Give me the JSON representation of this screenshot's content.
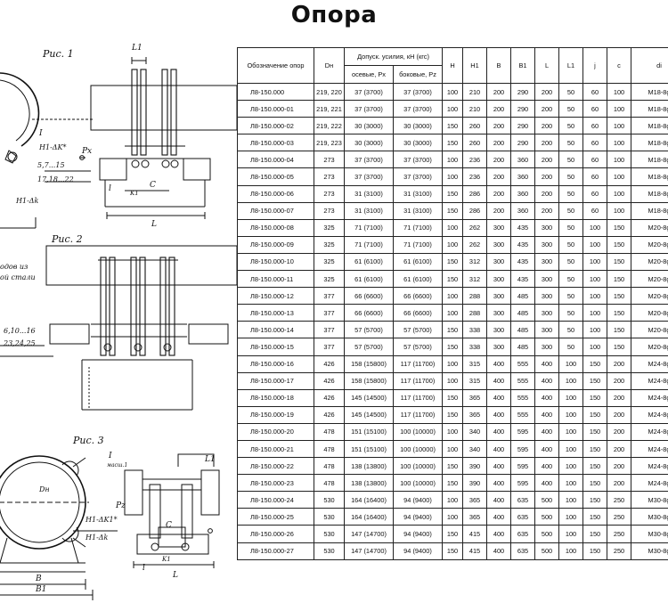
{
  "title": "Опора",
  "drawing": {
    "fig1_label": "Рис. 1",
    "fig2_label": "Рис. 2",
    "fig3_label": "Рис. 3",
    "annotations": {
      "l1": "L1",
      "px": "Px",
      "pz": "Pz",
      "mark_i": "I",
      "h1_dk": "H1-Δk",
      "h1_dk_star": "H1-ΔK*",
      "h1_dk1": "H1-ΔK1*",
      "dim_5_7": "5,7...15",
      "dim_17": "17,18...22",
      "c": "C",
      "b": "B",
      "b1": "B1",
      "l": "L",
      "l_small": "l",
      "k1": "K1",
      "dn": "Dн",
      "note_line1": "одов из",
      "note_line2": "ой стали",
      "dim_6_10": "6,10...16",
      "dim_23": "23,24,25",
      "mark_i3": "I",
      "i3_sub": "масш.1"
    }
  },
  "table": {
    "headers": {
      "name": "Обозначение опор",
      "dn": "Dн",
      "force": "Допуск. усилия, кН (кгс)",
      "axial": "осевые, Px",
      "side": "боковые, Pz",
      "h": "H",
      "h1": "H1",
      "b": "B",
      "b1": "B1",
      "l": "L",
      "l1": "L1",
      "j": "j",
      "c": "c",
      "di": "di"
    },
    "rows": [
      [
        "Л8-150.000",
        "219, 220",
        "37 (3700)",
        "37 (3700)",
        "100",
        "210",
        "200",
        "290",
        "200",
        "50",
        "60",
        "100",
        "M18-8g"
      ],
      [
        "Л8-150.000-01",
        "219, 221",
        "37 (3700)",
        "37 (3700)",
        "100",
        "210",
        "200",
        "290",
        "200",
        "50",
        "60",
        "100",
        "M18-8g"
      ],
      [
        "Л8-150.000-02",
        "219, 222",
        "30 (3000)",
        "30 (3000)",
        "150",
        "260",
        "200",
        "290",
        "200",
        "50",
        "60",
        "100",
        "M18-8g"
      ],
      [
        "Л8-150.000-03",
        "219, 223",
        "30 (3000)",
        "30 (3000)",
        "150",
        "260",
        "200",
        "290",
        "200",
        "50",
        "60",
        "100",
        "M18-8g"
      ],
      [
        "Л8-150.000-04",
        "273",
        "37 (3700)",
        "37 (3700)",
        "100",
        "236",
        "200",
        "360",
        "200",
        "50",
        "60",
        "100",
        "M18-8g"
      ],
      [
        "Л8-150.000-05",
        "273",
        "37 (3700)",
        "37 (3700)",
        "100",
        "236",
        "200",
        "360",
        "200",
        "50",
        "60",
        "100",
        "M18-8g"
      ],
      [
        "Л8-150.000-06",
        "273",
        "31 (3100)",
        "31 (3100)",
        "150",
        "286",
        "200",
        "360",
        "200",
        "50",
        "60",
        "100",
        "M18-8g"
      ],
      [
        "Л8-150.000-07",
        "273",
        "31 (3100)",
        "31 (3100)",
        "150",
        "286",
        "200",
        "360",
        "200",
        "50",
        "60",
        "100",
        "M18-8g"
      ],
      [
        "Л8-150.000-08",
        "325",
        "71 (7100)",
        "71 (7100)",
        "100",
        "262",
        "300",
        "435",
        "300",
        "50",
        "100",
        "150",
        "M20-8g"
      ],
      [
        "Л8-150.000-09",
        "325",
        "71 (7100)",
        "71 (7100)",
        "100",
        "262",
        "300",
        "435",
        "300",
        "50",
        "100",
        "150",
        "M20-8g"
      ],
      [
        "Л8-150.000-10",
        "325",
        "61 (6100)",
        "61 (6100)",
        "150",
        "312",
        "300",
        "435",
        "300",
        "50",
        "100",
        "150",
        "M20-8g"
      ],
      [
        "Л8-150.000-11",
        "325",
        "61 (6100)",
        "61 (6100)",
        "150",
        "312",
        "300",
        "435",
        "300",
        "50",
        "100",
        "150",
        "M20-8g"
      ],
      [
        "Л8-150.000-12",
        "377",
        "66 (6600)",
        "66 (6600)",
        "100",
        "288",
        "300",
        "485",
        "300",
        "50",
        "100",
        "150",
        "M20-8g"
      ],
      [
        "Л8-150.000-13",
        "377",
        "66 (6600)",
        "66 (6600)",
        "100",
        "288",
        "300",
        "485",
        "300",
        "50",
        "100",
        "150",
        "M20-8g"
      ],
      [
        "Л8-150.000-14",
        "377",
        "57 (5700)",
        "57 (5700)",
        "150",
        "338",
        "300",
        "485",
        "300",
        "50",
        "100",
        "150",
        "M20-8g"
      ],
      [
        "Л8-150.000-15",
        "377",
        "57 (5700)",
        "57 (5700)",
        "150",
        "338",
        "300",
        "485",
        "300",
        "50",
        "100",
        "150",
        "M20-8g"
      ],
      [
        "Л8-150.000-16",
        "426",
        "158 (15800)",
        "117 (11700)",
        "100",
        "315",
        "400",
        "555",
        "400",
        "100",
        "150",
        "200",
        "M24-8g"
      ],
      [
        "Л8-150.000-17",
        "426",
        "158 (15800)",
        "117 (11700)",
        "100",
        "315",
        "400",
        "555",
        "400",
        "100",
        "150",
        "200",
        "M24-8g"
      ],
      [
        "Л8-150.000-18",
        "426",
        "145 (14500)",
        "117 (11700)",
        "150",
        "365",
        "400",
        "555",
        "400",
        "100",
        "150",
        "200",
        "M24-8g"
      ],
      [
        "Л8-150.000-19",
        "426",
        "145 (14500)",
        "117 (11700)",
        "150",
        "365",
        "400",
        "555",
        "400",
        "100",
        "150",
        "200",
        "M24-8g"
      ],
      [
        "Л8-150.000-20",
        "478",
        "151 (15100)",
        "100 (10000)",
        "100",
        "340",
        "400",
        "595",
        "400",
        "100",
        "150",
        "200",
        "M24-8g"
      ],
      [
        "Л8-150.000-21",
        "478",
        "151 (15100)",
        "100 (10000)",
        "100",
        "340",
        "400",
        "595",
        "400",
        "100",
        "150",
        "200",
        "M24-8g"
      ],
      [
        "Л8-150.000-22",
        "478",
        "138 (13800)",
        "100 (10000)",
        "150",
        "390",
        "400",
        "595",
        "400",
        "100",
        "150",
        "200",
        "M24-8g"
      ],
      [
        "Л8-150.000-23",
        "478",
        "138 (13800)",
        "100 (10000)",
        "150",
        "390",
        "400",
        "595",
        "400",
        "100",
        "150",
        "200",
        "M24-8g"
      ],
      [
        "Л8-150.000-24",
        "530",
        "164 (16400)",
        "94 (9400)",
        "100",
        "365",
        "400",
        "635",
        "500",
        "100",
        "150",
        "250",
        "M30-8g"
      ],
      [
        "Л8-150.000-25",
        "530",
        "164 (16400)",
        "94 (9400)",
        "100",
        "365",
        "400",
        "635",
        "500",
        "100",
        "150",
        "250",
        "M30-8g"
      ],
      [
        "Л8-150.000-26",
        "530",
        "147 (14700)",
        "94 (9400)",
        "150",
        "415",
        "400",
        "635",
        "500",
        "100",
        "150",
        "250",
        "M30-8g"
      ],
      [
        "Л8-150.000-27",
        "530",
        "147 (14700)",
        "94 (9400)",
        "150",
        "415",
        "400",
        "635",
        "500",
        "100",
        "150",
        "250",
        "M30-8g"
      ]
    ]
  }
}
